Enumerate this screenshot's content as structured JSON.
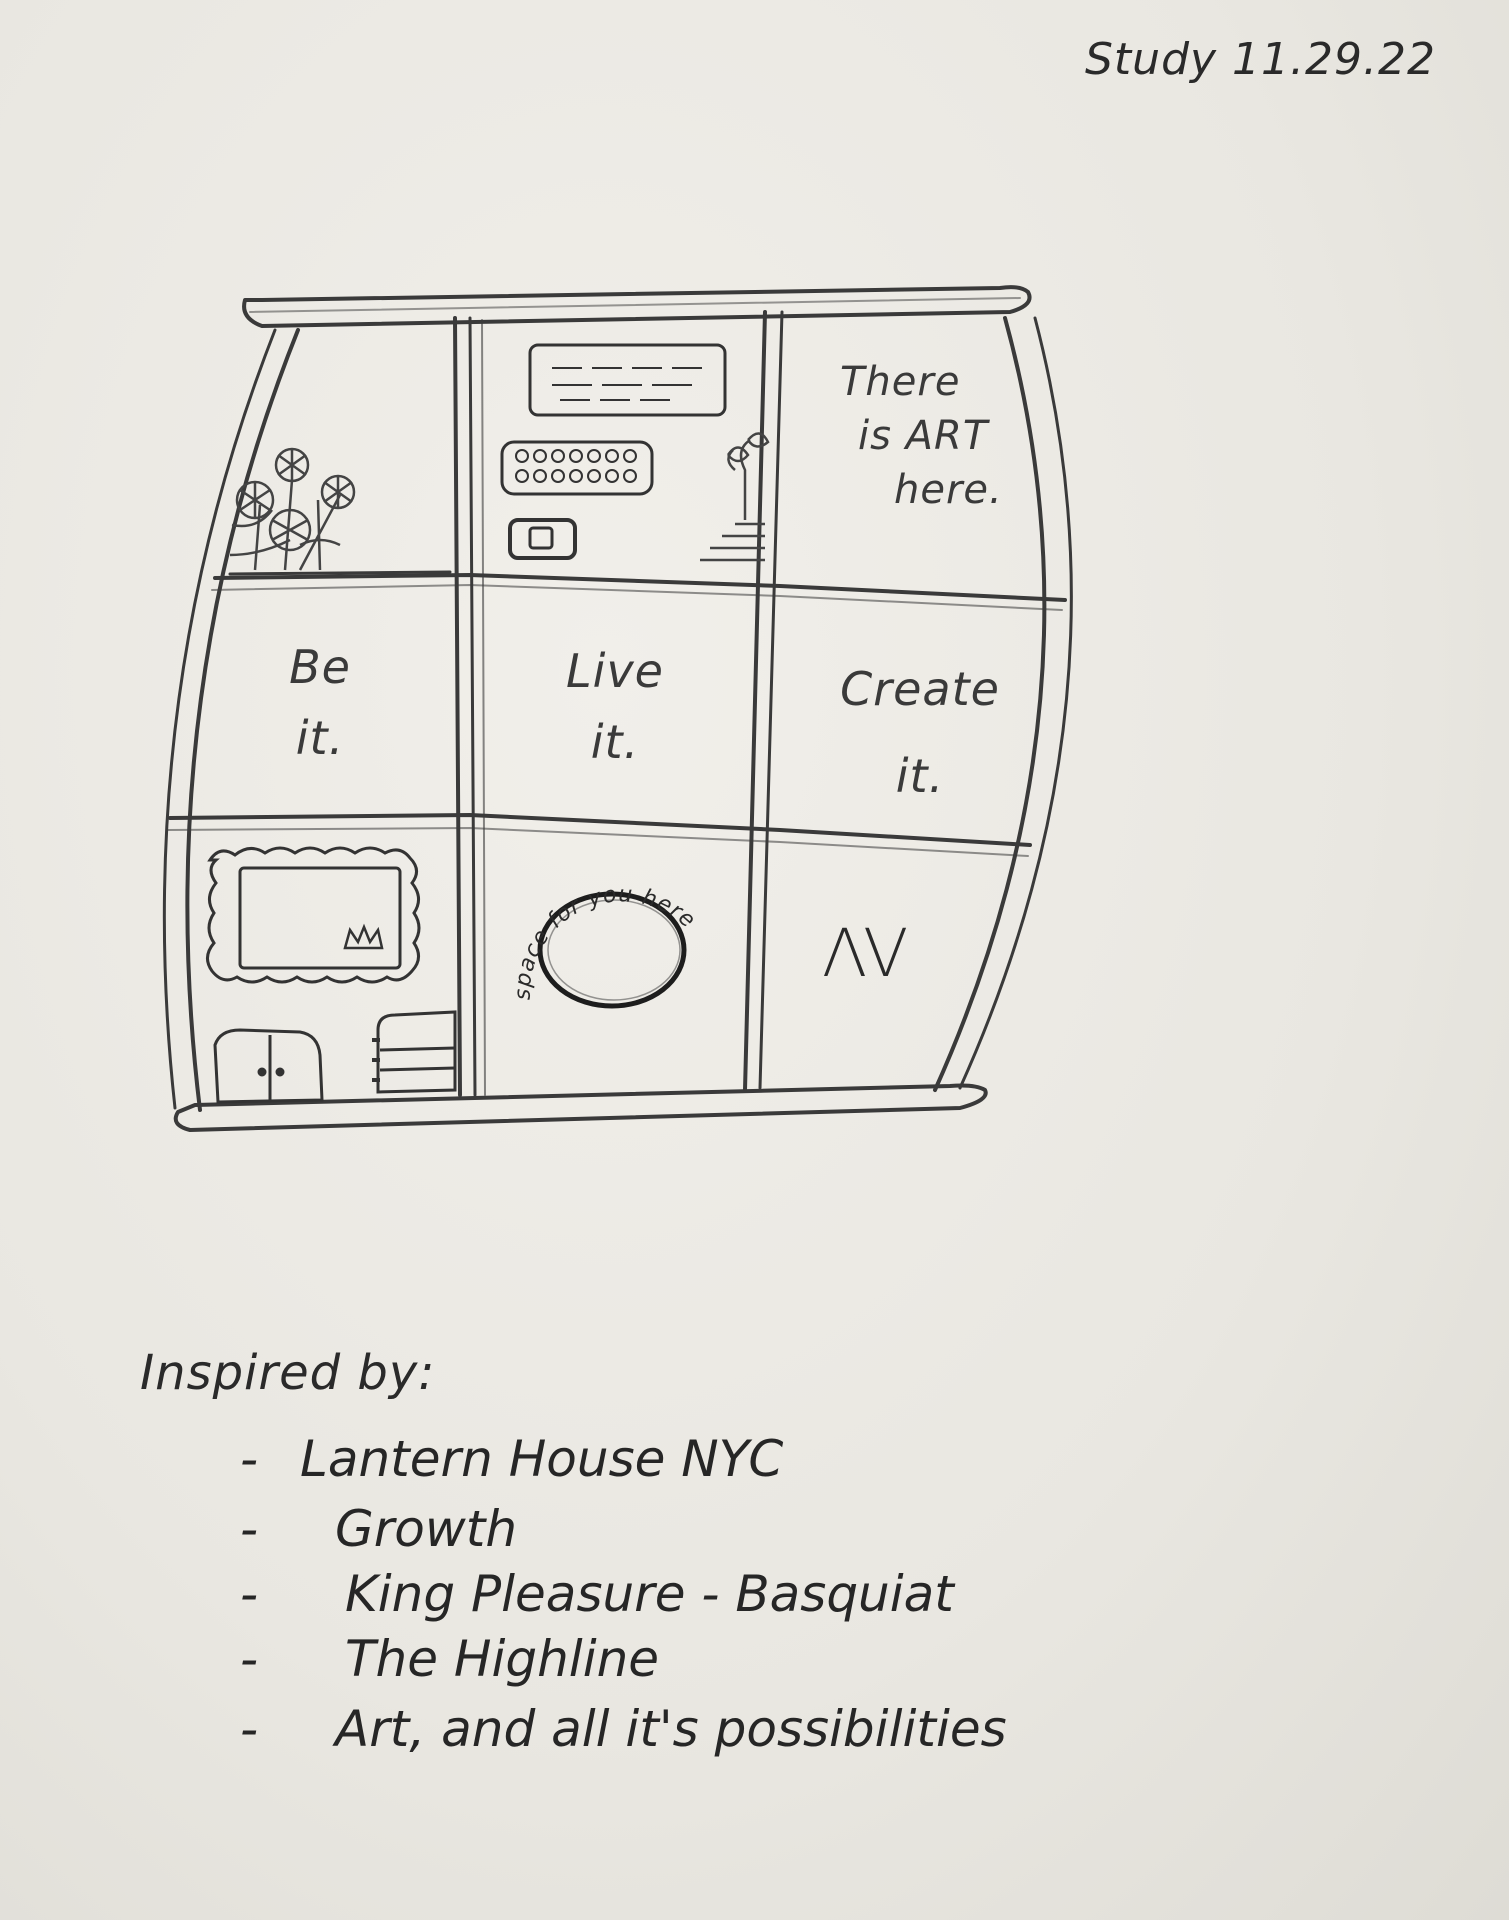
{
  "header": {
    "date_label": "Study 11.29.22"
  },
  "sketch": {
    "top_right_text": [
      "There",
      "is ART",
      "here."
    ],
    "middle_row": {
      "left": [
        "Be",
        "it."
      ],
      "center": [
        "Live",
        "it."
      ],
      "right": [
        "Create",
        "it."
      ]
    },
    "circle_label": "space for you here",
    "monogram": "ΛV"
  },
  "notes": {
    "title": "Inspired by:",
    "items": [
      "Lantern House NYC",
      "Growth",
      "King Pleasure - Basquiat",
      "The Highline",
      "Art, and all it's possibilities"
    ],
    "bullet": "-"
  },
  "colors": {
    "paper": "#ebe9e3",
    "pencil": "#2b2b2b",
    "shade": "#8a8a8a"
  }
}
